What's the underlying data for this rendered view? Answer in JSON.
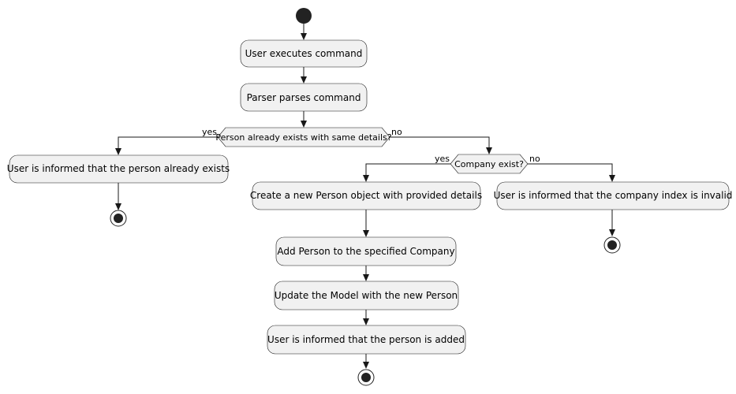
{
  "actions": {
    "user_executes": "User executes command",
    "parser_parses": "Parser parses command",
    "person_exists_msg": "User is informed that the person already exists",
    "create_person": "Create a new Person object with provided details",
    "company_invalid_msg": "User is informed that the company index is invalid",
    "add_person": "Add Person to the specified Company",
    "update_model": "Update the Model with the new Person",
    "person_added_msg": "User is informed that the person is added"
  },
  "decisions": {
    "person_exists": "Person already exists with same details?",
    "company_exist": "Company exist?"
  },
  "branch_labels": {
    "yes": "yes",
    "no": "no"
  }
}
